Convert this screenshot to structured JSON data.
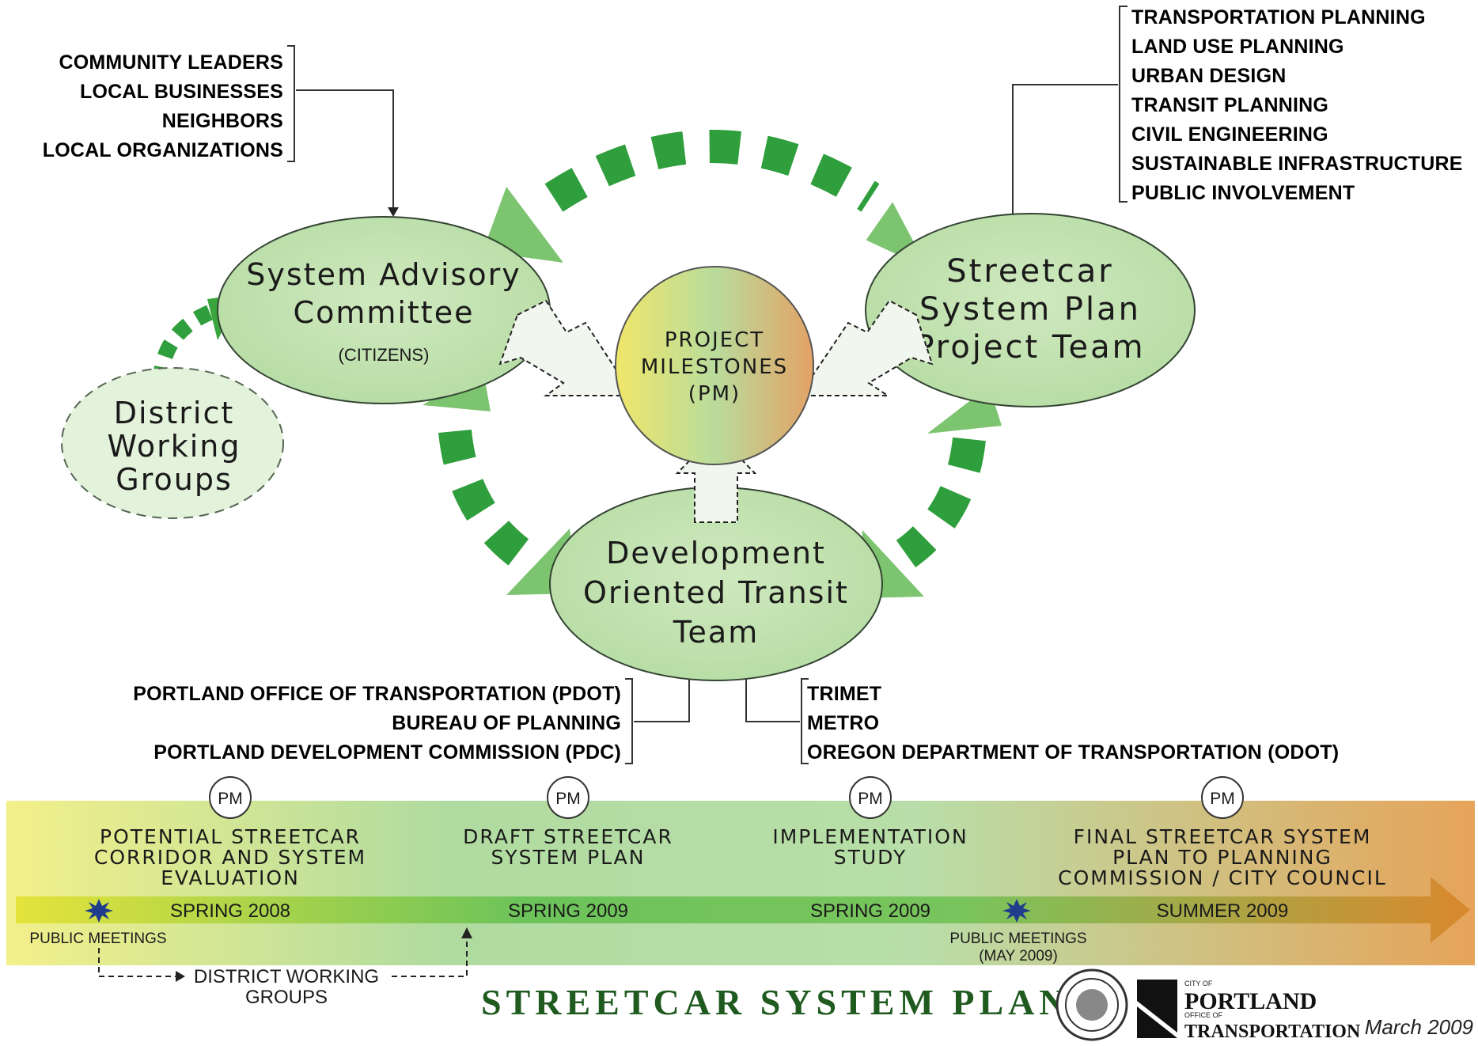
{
  "title": "STREETCAR SYSTEM PLAN",
  "date": "March 2009",
  "logo": {
    "small_top": "CITY OF",
    "main": "PORTLAND",
    "small_mid": "OFFICE OF",
    "main2": "TRANSPORTATION"
  },
  "community_list": [
    "COMMUNITY LEADERS",
    "LOCAL BUSINESSES",
    "NEIGHBORS",
    "LOCAL ORGANIZATIONS"
  ],
  "disciplines_list": [
    "TRANSPORTATION PLANNING",
    "LAND USE PLANNING",
    "URBAN DESIGN",
    "TRANSIT PLANNING",
    "CIVIL ENGINEERING",
    "SUSTAINABLE INFRASTRUCTURE",
    "PUBLIC INVOLVEMENT"
  ],
  "city_agencies": [
    "PORTLAND OFFICE OF TRANSPORTATION (PDOT)",
    "BUREAU OF PLANNING",
    "PORTLAND DEVELOPMENT COMMISSION (PDC)"
  ],
  "regional_agencies": [
    "TRIMET",
    "METRO",
    "OREGON DEPARTMENT OF TRANSPORTATION (ODOT)"
  ],
  "nodes": {
    "sac": {
      "lines": [
        "System Advisory",
        "Committee"
      ],
      "sub": "(CITIZENS)"
    },
    "dwg": {
      "lines": [
        "District",
        "Working",
        "Groups"
      ]
    },
    "spt": {
      "lines": [
        "Streetcar",
        "System Plan",
        "Project Team"
      ]
    },
    "dott": {
      "lines": [
        "Development",
        "Oriented Transit",
        "Team"
      ]
    },
    "pm": {
      "lines": [
        "PROJECT",
        "MILESTONES",
        "(PM)"
      ]
    }
  },
  "timeline": {
    "pm_label": "PM",
    "stages": [
      {
        "lines": [
          "POTENTIAL STREETCAR",
          "CORRIDOR AND SYSTEM",
          "EVALUATION"
        ],
        "season": "SPRING 2008"
      },
      {
        "lines": [
          "DRAFT STREETCAR",
          "SYSTEM PLAN"
        ],
        "season": "SPRING 2009"
      },
      {
        "lines": [
          "IMPLEMENTATION",
          "STUDY"
        ],
        "season": "SPRING 2009"
      },
      {
        "lines": [
          "FINAL STREETCAR SYSTEM",
          "PLAN TO PLANNING",
          "COMMISSION / CITY COUNCIL"
        ],
        "season": "SUMMER 2009"
      }
    ],
    "public_meetings_1": "PUBLIC MEETINGS",
    "public_meetings_2": [
      "PUBLIC MEETINGS",
      "(MAY 2009)"
    ],
    "district_groups": [
      "DISTRICT WORKING",
      "GROUPS"
    ]
  },
  "colors": {
    "ellipse_fill": "#c3e3b2",
    "ellipse_stroke": "#334433",
    "dash_green": "#2f9e3c",
    "arrowhead_green": "#7cc46f",
    "title_green": "#1f5a1f",
    "star_blue": "#1f3d8a",
    "band_left": "#f3f08a",
    "band_mid": "#a8d79a",
    "band_right": "#e6a45a",
    "timeline_arrow": "#d9882e"
  }
}
